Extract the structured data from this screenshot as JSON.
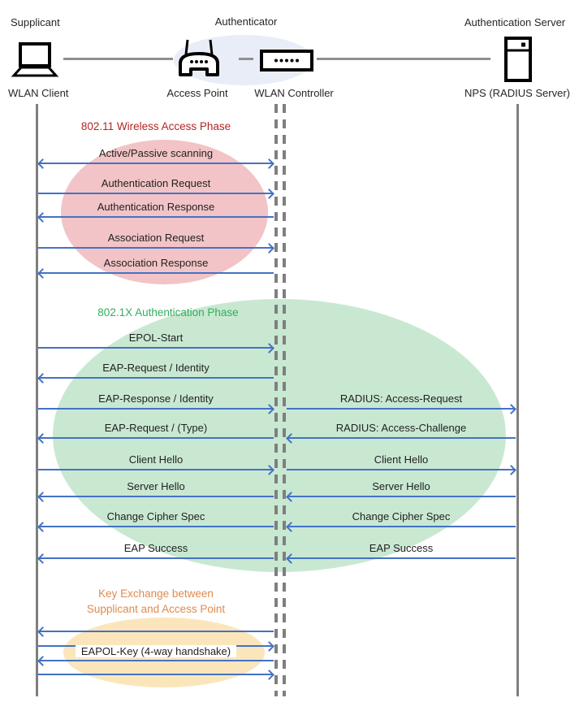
{
  "header": {
    "roles": [
      "Supplicant",
      "Authenticator",
      "Authentication Server"
    ],
    "devices": [
      "WLAN Client",
      "Access Point",
      "WLAN Controller",
      "NPS (RADIUS Server)"
    ]
  },
  "phases": {
    "phase1": {
      "title": "802.11 Wireless Access Phase"
    },
    "phase2": {
      "title": "802.1X Authentication Phase"
    },
    "phase3": {
      "title_line1": "Key Exchange between",
      "title_line2": "Supplicant and Access Point"
    }
  },
  "messages_left": [
    {
      "label": "Active/Passive scanning",
      "direction": "both"
    },
    {
      "label": "Authentication Request",
      "direction": "right"
    },
    {
      "label": "Authentication Response",
      "direction": "left"
    },
    {
      "label": "Association Request",
      "direction": "right"
    },
    {
      "label": "Association Response",
      "direction": "left"
    },
    {
      "label": "EPOL-Start",
      "direction": "right"
    },
    {
      "label": "EAP-Request / Identity",
      "direction": "left"
    },
    {
      "label": "EAP-Response / Identity",
      "direction": "right"
    },
    {
      "label": "EAP-Request / (Type)",
      "direction": "left"
    },
    {
      "label": "Client Hello",
      "direction": "right"
    },
    {
      "label": "Server Hello",
      "direction": "left"
    },
    {
      "label": "Change Cipher Spec",
      "direction": "left"
    },
    {
      "label": "EAP Success",
      "direction": "left"
    }
  ],
  "messages_right": [
    {
      "label": "RADIUS: Access-Request",
      "direction": "right"
    },
    {
      "label": "RADIUS: Access-Challenge",
      "direction": "left"
    },
    {
      "label": "Client Hello",
      "direction": "right"
    },
    {
      "label": "Server Hello",
      "direction": "left"
    },
    {
      "label": "Change Cipher Spec",
      "direction": "left"
    },
    {
      "label": "EAP Success",
      "direction": "left"
    }
  ],
  "key_exchange": {
    "label": "EAPOL-Key (4-way handshake)",
    "arrows": [
      "left",
      "right",
      "left",
      "right"
    ]
  },
  "colors": {
    "arrow_blue": "#4472C4",
    "lifeline_gray": "#7F7F7F",
    "phase1_title": "#B42525",
    "phase1_ellipse": "#F2C4C7",
    "phase2_title": "#31AE5F",
    "phase2_ellipse": "#C9E8D2",
    "phase3_title": "#E08A4E",
    "phase3_ellipse": "#FBE6BC",
    "authenticator_ellipse": "#E9EDF8"
  }
}
